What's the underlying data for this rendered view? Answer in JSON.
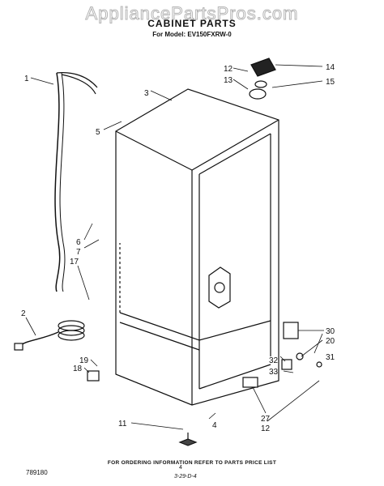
{
  "header": {
    "watermark": "AppliancePartsPros.com",
    "title": "CABINET PARTS",
    "model": "For Model: EV150FXRW-0"
  },
  "callouts": [
    "1",
    "2",
    "3",
    "4",
    "5",
    "6",
    "7",
    "11",
    "12",
    "12",
    "13",
    "14",
    "15",
    "17",
    "18",
    "19",
    "20",
    "27",
    "30",
    "31",
    "32",
    "33"
  ],
  "footer": {
    "note": "FOR ORDERING INFORMATION REFER TO PARTS PRICE LIST",
    "left_code": "789180",
    "page": "4",
    "date_code": "3-29-D-4"
  }
}
